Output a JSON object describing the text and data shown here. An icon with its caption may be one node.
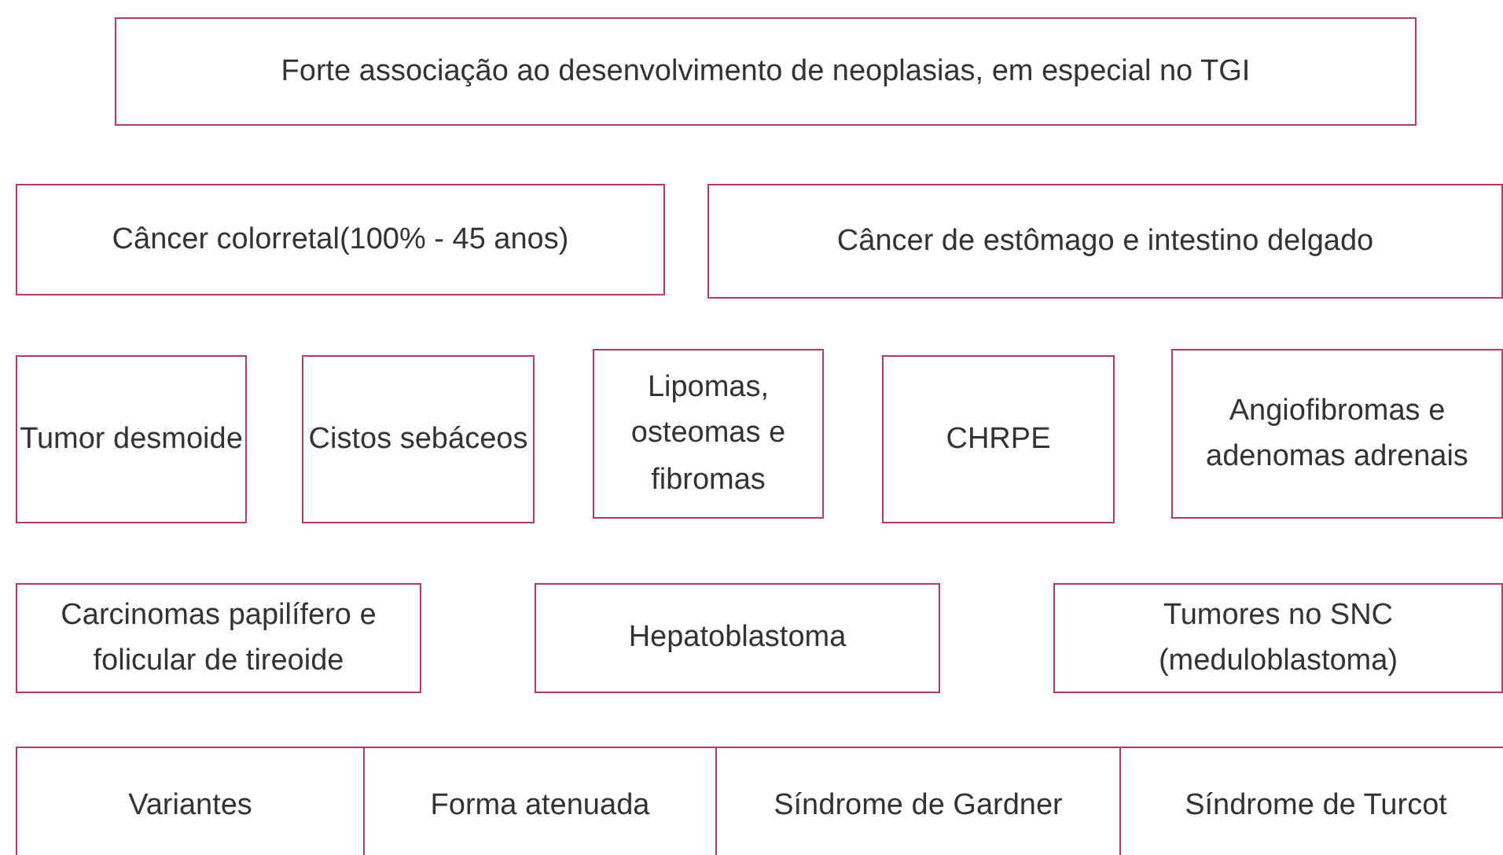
{
  "diagram": {
    "nodes": [
      {
        "text": [
          "Forte associação ao desenvolvimento de neoplasias, em especial no TGI"
        ]
      },
      {
        "text": [
          "Câncer colorretal(100% - 45 anos)"
        ]
      },
      {
        "text": [
          "Câncer de estômago e intestino delgado"
        ]
      },
      {
        "text": [
          "Tumor desmoide"
        ]
      },
      {
        "text": [
          "Cistos sebáceos"
        ]
      },
      {
        "text": [
          "Lipomas, osteomas e fibromas"
        ]
      },
      {
        "text": [
          "CHRPE"
        ]
      },
      {
        "text": [
          "Angiofibromas e adenomas adrenais"
        ]
      },
      {
        "text": [
          "Carcinomas papilífero e folicular de tireoide"
        ]
      },
      {
        "text": [
          "Hepatoblastoma"
        ]
      },
      {
        "text": [
          "Tumores no SNC (meduloblastoma)"
        ]
      },
      {
        "text": [
          "Variantes"
        ]
      },
      {
        "text": [
          "Forma atenuada"
        ]
      },
      {
        "text": [
          "Síndrome de Gardner"
        ]
      },
      {
        "text": [
          "Síndrome de Turcot"
        ]
      }
    ]
  }
}
